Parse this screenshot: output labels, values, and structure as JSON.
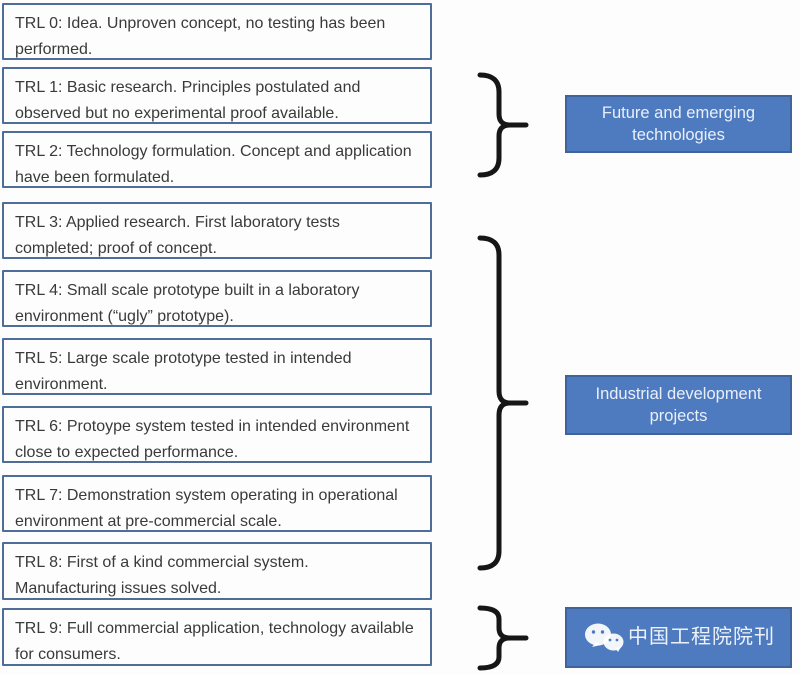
{
  "trl_levels": [
    {
      "text": "TRL 0: Idea. Unproven concept, no testing has been performed."
    },
    {
      "text": "TRL 1: Basic research. Principles postulated and observed but no experimental proof available."
    },
    {
      "text": "TRL 2: Technology formulation. Concept and application have been formulated."
    },
    {
      "text": "TRL 3: Applied research. First laboratory tests completed; proof of concept."
    },
    {
      "text": "TRL 4: Small scale prototype built in a laboratory environment (“ugly” prototype)."
    },
    {
      "text": "TRL 5: Large scale prototype tested in intended environment."
    },
    {
      "text": "TRL 6: Protoype system tested in intended environment close to expected performance."
    },
    {
      "text": "TRL 7: Demonstration system operating in operational environment at pre-commercial scale."
    },
    {
      "text": "TRL 8: First of a kind commercial system. Manufacturing issues solved."
    },
    {
      "text": "TRL 9: Full commercial application, technology available for consumers."
    }
  ],
  "group_labels": [
    {
      "label": "Future and emerging technologies"
    },
    {
      "label": "Industrial development projects"
    }
  ],
  "watermark": {
    "icon": "wechat-icon",
    "text": "中国工程院院刊"
  },
  "colors": {
    "trl_box_border": "#4f6d99",
    "label_fill": "#4e7bbf",
    "label_border": "#40639b",
    "brace": "#161616"
  }
}
